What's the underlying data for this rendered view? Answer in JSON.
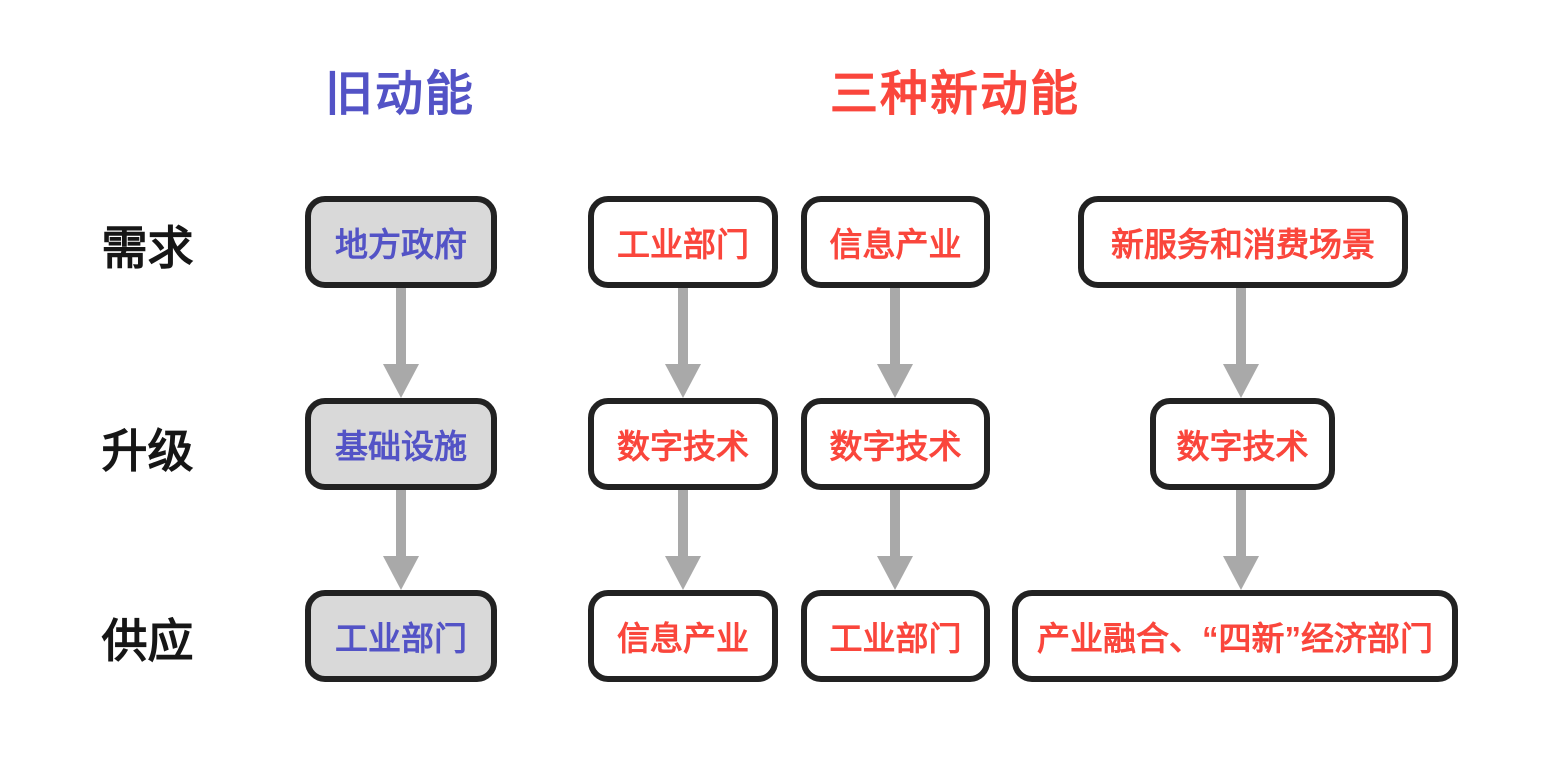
{
  "titles": {
    "old": "旧动能",
    "new": "三种新动能"
  },
  "row_labels": [
    "需求",
    "升级",
    "供应"
  ],
  "columns": [
    {
      "id": "old-momentum",
      "group": "旧动能",
      "style": "gray",
      "boxes": [
        "地方政府",
        "基础设施",
        "工业部门"
      ]
    },
    {
      "id": "new-momentum-1",
      "group": "三种新动能",
      "style": "white",
      "boxes": [
        "工业部门",
        "数字技术",
        "信息产业"
      ]
    },
    {
      "id": "new-momentum-2",
      "group": "三种新动能",
      "style": "white",
      "boxes": [
        "信息产业",
        "数字技术",
        "工业部门"
      ]
    },
    {
      "id": "new-momentum-3",
      "group": "三种新动能",
      "style": "white",
      "boxes": [
        "新服务和消费场景",
        "数字技术",
        "产业融合、“四新”经济部门"
      ]
    }
  ],
  "colors": {
    "old_accent": "#5353c6",
    "new_accent": "#fa463c",
    "label_color": "#161616",
    "border_color": "#222222",
    "old_box_bg": "#d9d9d9",
    "arrow_color": "#a9a9a9",
    "bg": "#ffffff"
  }
}
